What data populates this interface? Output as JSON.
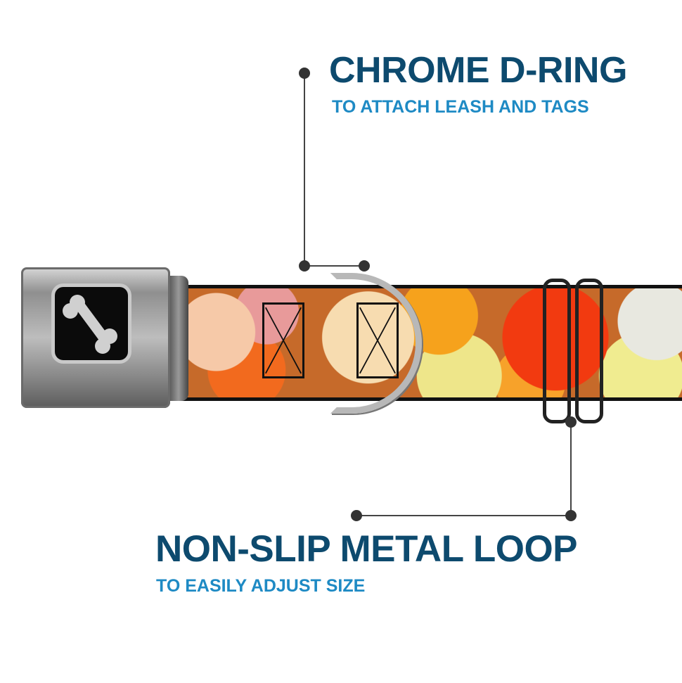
{
  "callouts": {
    "top": {
      "title": "CHROME D-RING",
      "subtitle": "TO ATTACH LEASH AND TAGS"
    },
    "bottom": {
      "title": "NON-SLIP METAL LOOP",
      "subtitle": "TO EASILY ADJUST SIZE"
    }
  },
  "colors": {
    "title": "#0d4a6e",
    "subtitle": "#1e8ac4",
    "leader_line": "#444444"
  },
  "icons": {
    "buckle_logo": "bone-icon"
  }
}
